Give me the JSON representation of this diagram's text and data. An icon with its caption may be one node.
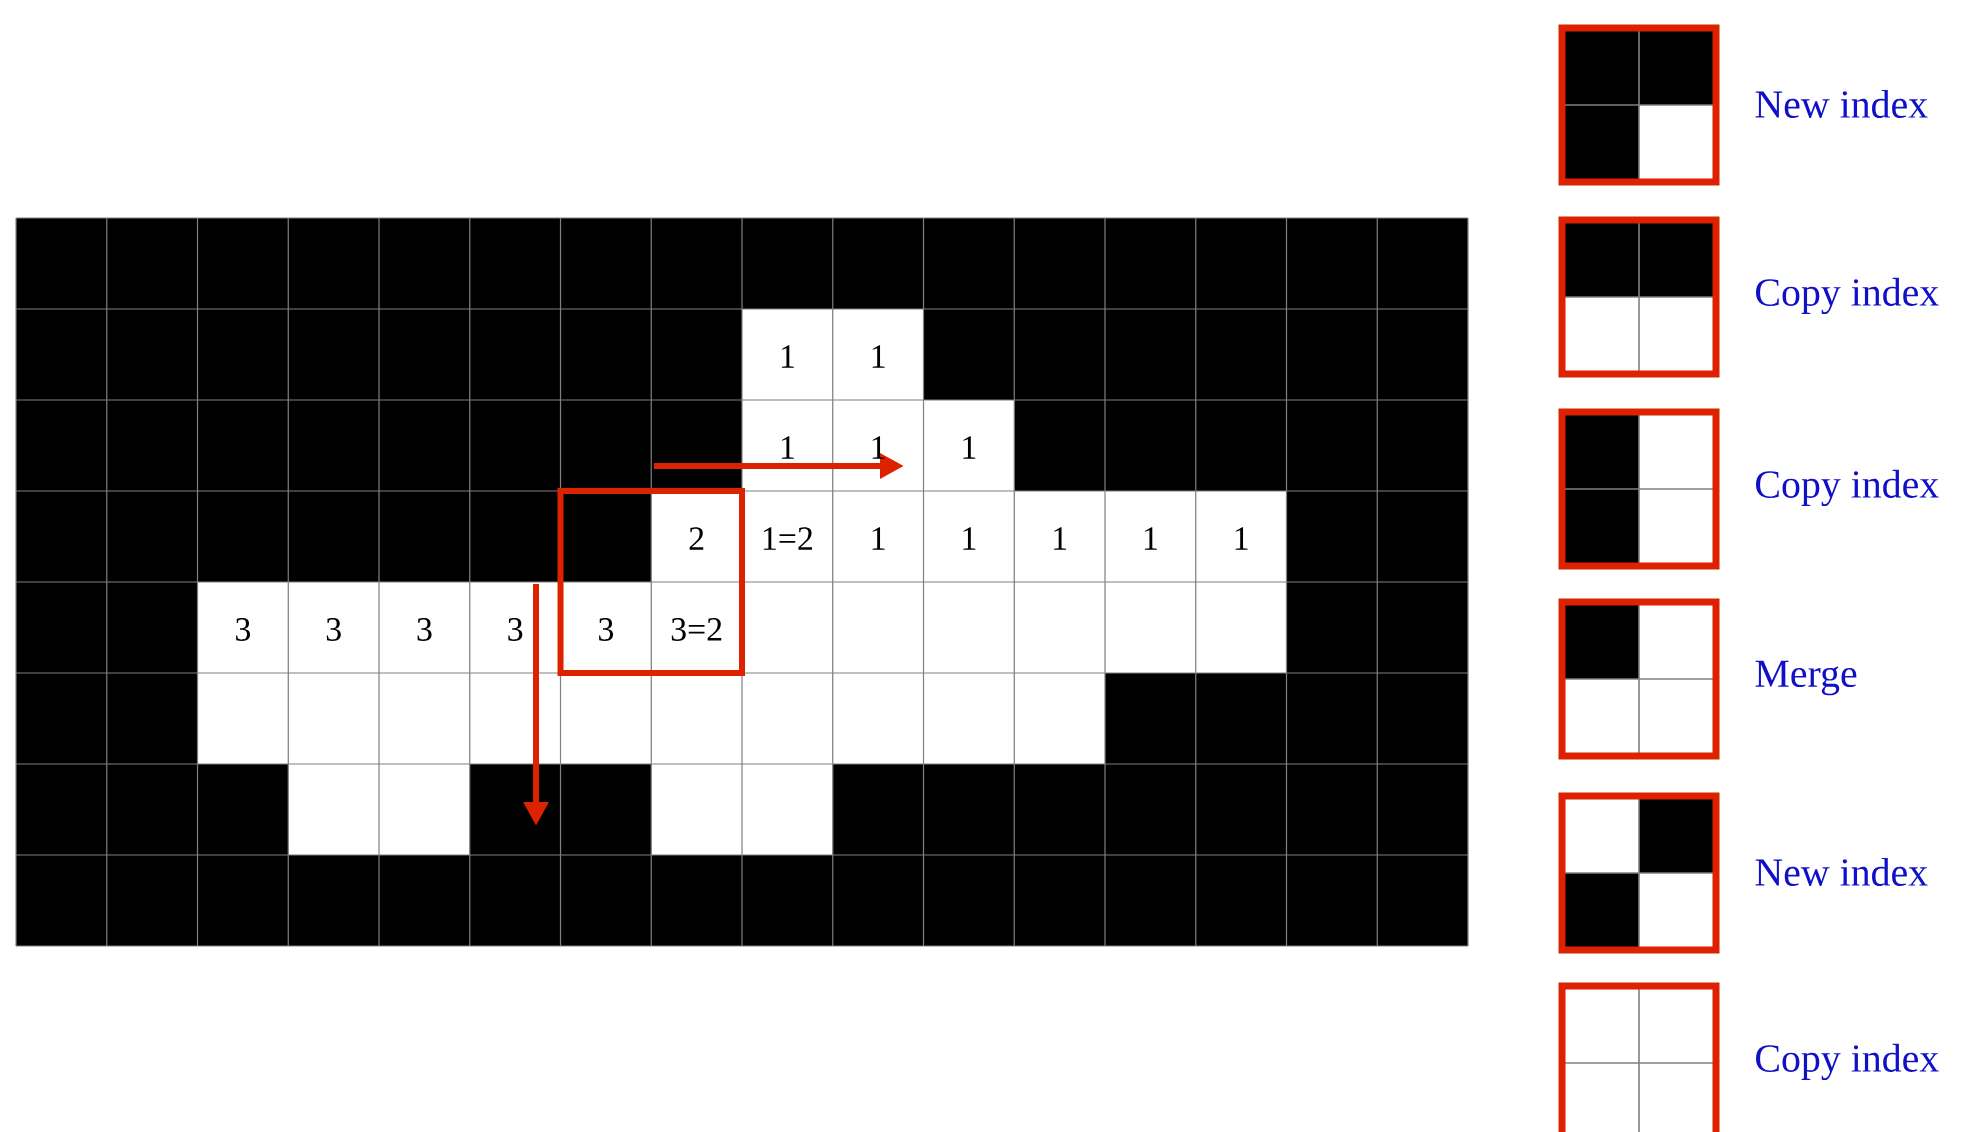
{
  "diagram": {
    "labels": [
      "1",
      "1",
      "1",
      "1",
      "1",
      "2",
      "1=2",
      "1",
      "1",
      "1",
      "1",
      "1",
      "3",
      "3",
      "3",
      "3",
      "3",
      "3=2"
    ],
    "legend": [
      {
        "text": "New index"
      },
      {
        "text": "Copy index"
      },
      {
        "text": "Copy index"
      },
      {
        "text": "Merge"
      },
      {
        "text": "New index"
      },
      {
        "text": "Copy index"
      }
    ]
  }
}
